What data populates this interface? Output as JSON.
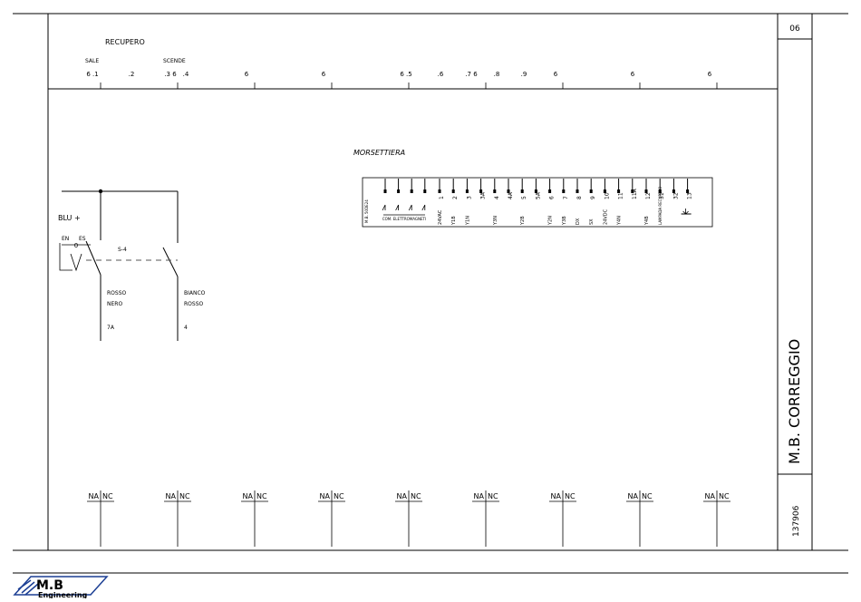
{
  "sheet": {
    "page_number": "06",
    "customer": "M.B. CORREGGIO",
    "drawing_number": "137906"
  },
  "header": {
    "recupero": "RECUPERO",
    "sale": "SALE",
    "scende": "SCENDE",
    "columns": [
      "6 .1",
      ".2",
      ".3 6",
      ".4",
      "6",
      "6",
      "6 .5",
      ".6",
      ".7 6",
      ".8",
      ".9",
      "6",
      "6",
      "6"
    ]
  },
  "terminal_block": {
    "title": "MORSETTIERA",
    "side_label": "M.B. 50DE24",
    "common_label": "COM. ELETTROMAGNETI",
    "terminals": [
      "1",
      "2",
      "3",
      "3A",
      "4",
      "4A",
      "5",
      "5A",
      "6",
      "7",
      "8",
      "9",
      "10",
      "11",
      "11A",
      "12",
      "31",
      "32",
      "13"
    ],
    "functions": [
      "24VAC",
      "Y1B",
      "Y1N",
      "",
      "Y3N",
      "",
      "Y2B",
      "",
      "Y2N",
      "Y3B",
      "DX",
      "SX",
      "24VDC",
      "Y4N",
      "",
      "Y4B",
      "LAMPADA RECUPERO",
      "",
      ""
    ]
  },
  "circuit": {
    "supply": "BLU +",
    "selector_left": "EN",
    "selector_right": "ES",
    "selector_zero": "0",
    "switch_ref": "S-4",
    "contact1_line1": "ROSSO",
    "contact1_line2": "NERO",
    "contact1_ref": "7A",
    "contact2_line1": "BIANCO",
    "contact2_line2": "ROSSO",
    "contact2_ref": "4"
  },
  "contacts_row": [
    {
      "na": "NA",
      "nc": "NC"
    },
    {
      "na": "NA",
      "nc": "NC"
    },
    {
      "na": "NA",
      "nc": "NC"
    },
    {
      "na": "NA",
      "nc": "NC"
    },
    {
      "na": "NA",
      "nc": "NC"
    },
    {
      "na": "NA",
      "nc": "NC"
    },
    {
      "na": "NA",
      "nc": "NC"
    },
    {
      "na": "NA",
      "nc": "NC"
    },
    {
      "na": "NA",
      "nc": "NC"
    }
  ],
  "logo": {
    "brand": "M.B",
    "tagline": "Engineering",
    "colors": {
      "red": "#d8232a",
      "blue": "#1c3f94"
    }
  }
}
